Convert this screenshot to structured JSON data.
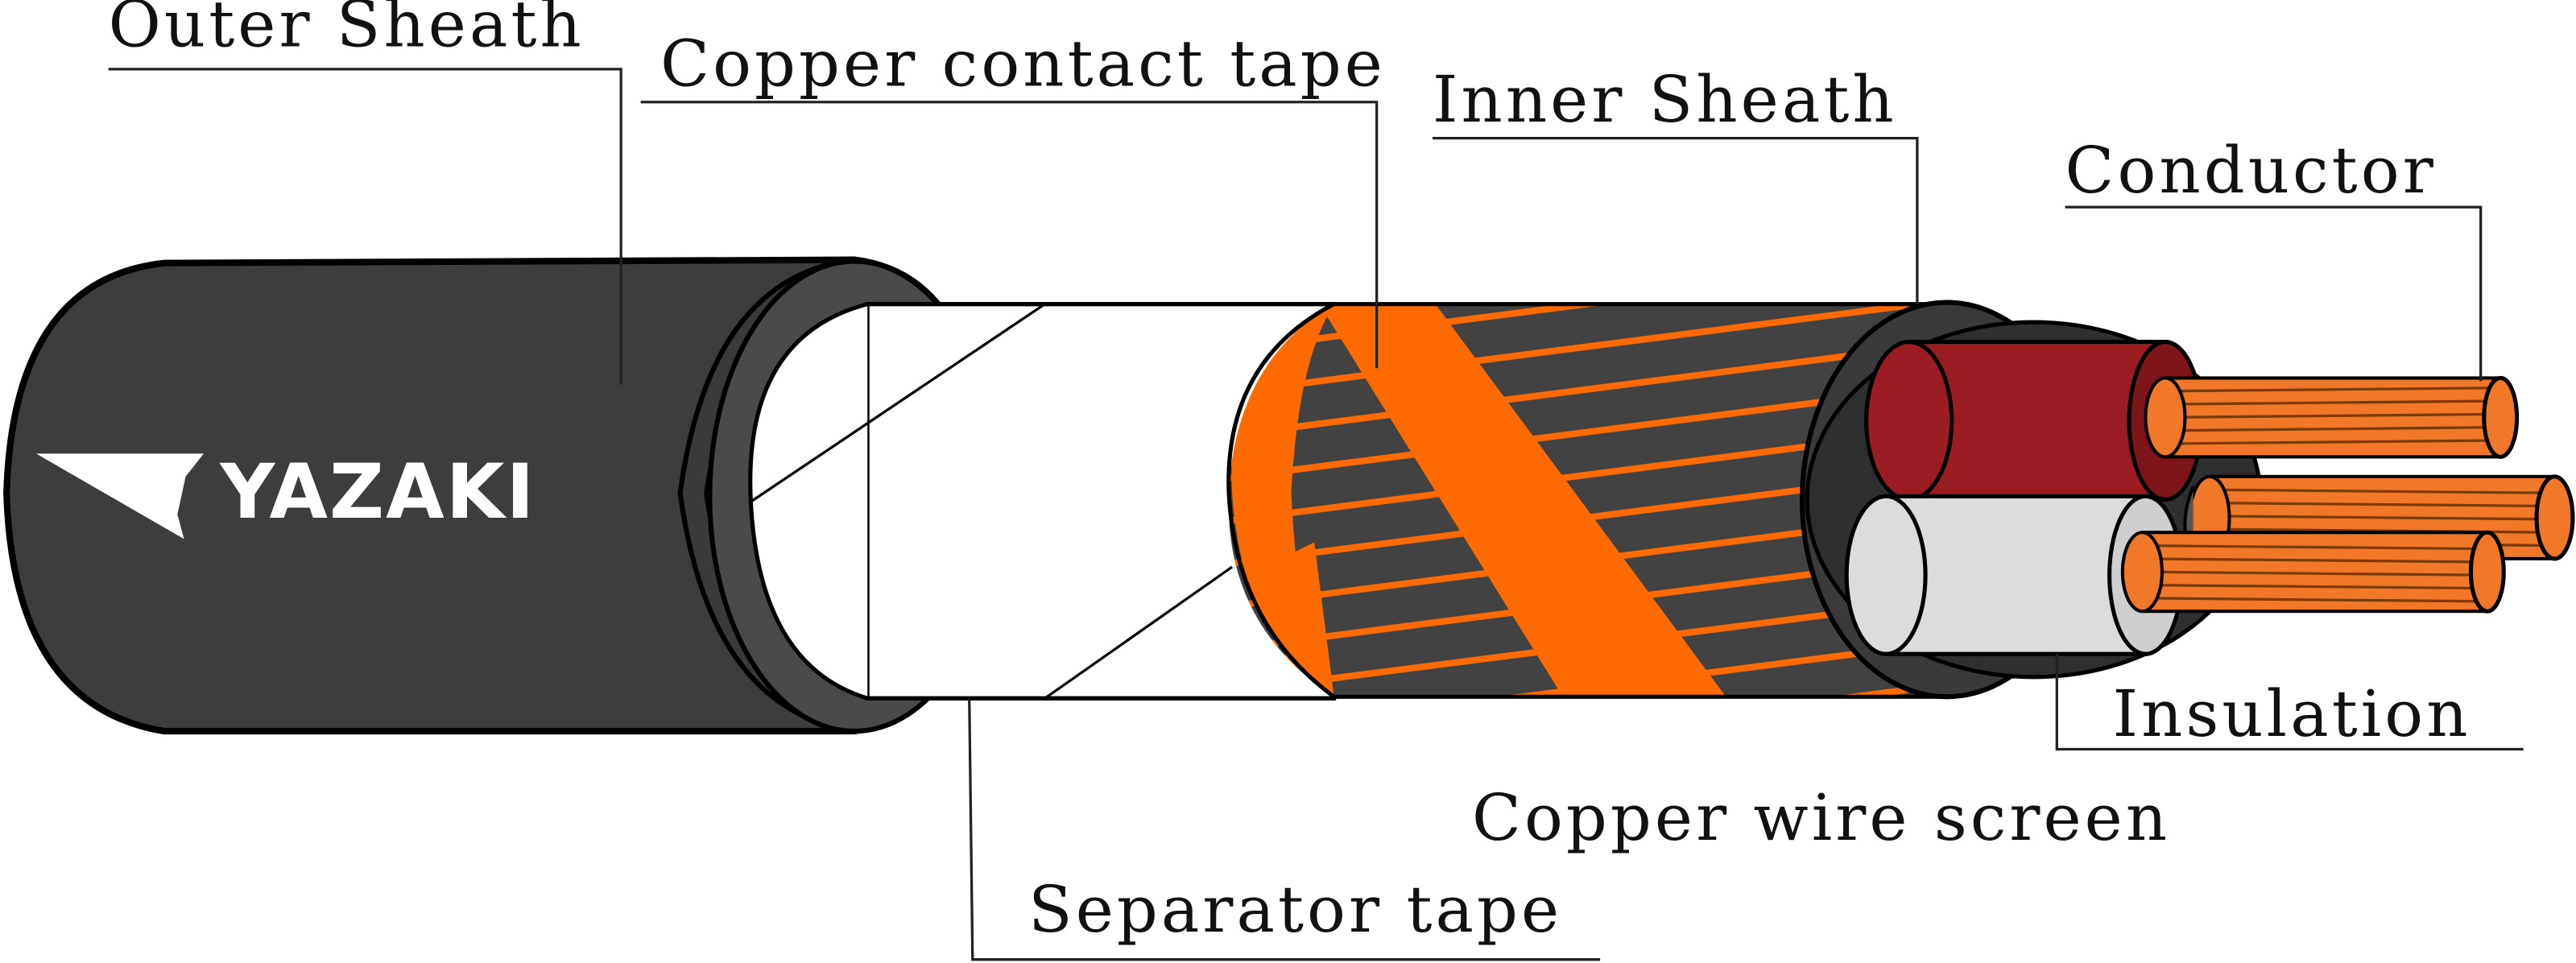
{
  "brand": "YAZAKI",
  "labels": {
    "outer_sheath": "Outer Sheath",
    "copper_contact_tape": "Copper contact tape",
    "inner_sheath": "Inner Sheath",
    "conductor": "Conductor",
    "insulation": "Insulation",
    "copper_wire_screen": "Copper wire screen",
    "separator_tape": "Separator tape"
  },
  "colors": {
    "outer_sheath": "#3d3d3d",
    "separator_tape": "#ffffff",
    "copper": "#ff6a00",
    "inner_sheath": "#424242",
    "insulation_red": "#9b1c22",
    "insulation_white": "#dcdcdc",
    "conductor": "#f07828"
  }
}
